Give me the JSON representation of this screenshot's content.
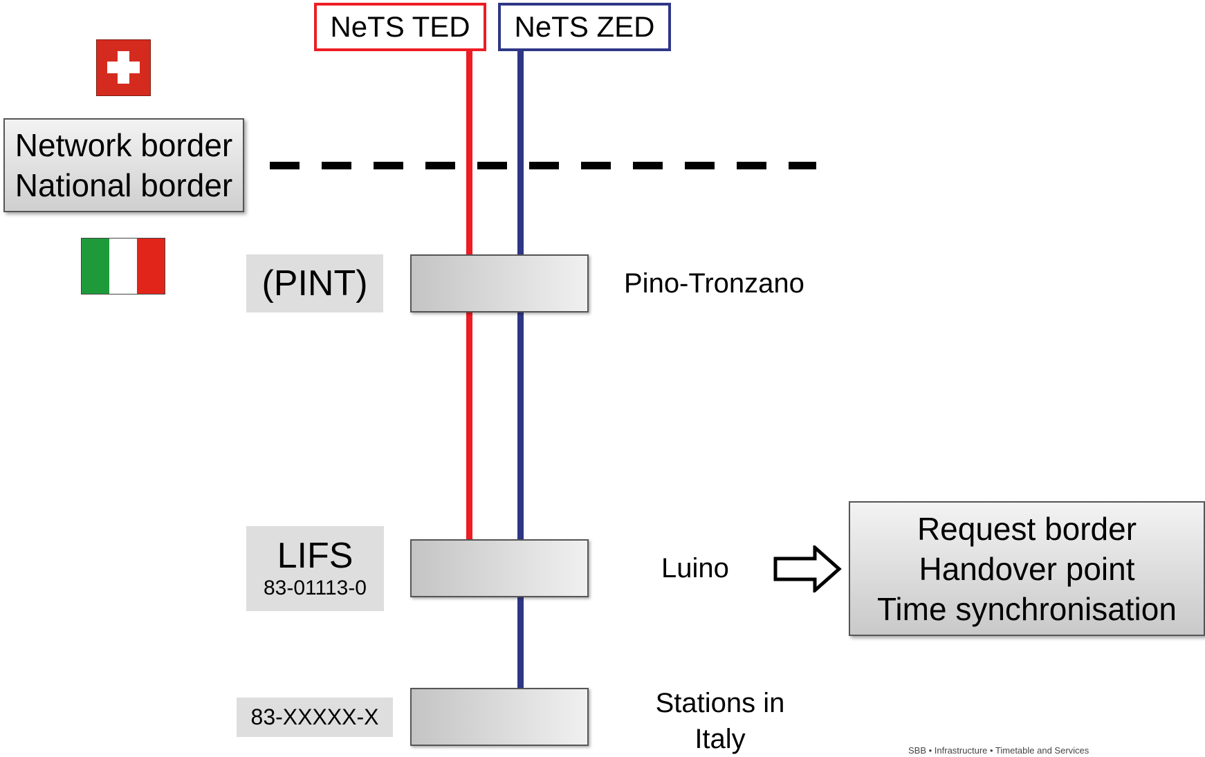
{
  "networks": {
    "ted_label": "NeTS TED",
    "zed_label": "NeTS ZED",
    "ted_color": "#ee1c24",
    "zed_color": "#2e3786"
  },
  "border": {
    "line1": "Network border",
    "line2": "National border"
  },
  "flags": {
    "top": "switzerland-flag-icon",
    "bottom": "italy-flag-icon",
    "italy_colors": [
      "#1e9a3b",
      "#ffffff",
      "#e1251b"
    ]
  },
  "stations": [
    {
      "code": "(PINT)",
      "number": "",
      "name_lines": [
        "Pino-Tronzano"
      ]
    },
    {
      "code": "LIFS",
      "number": "83-01113-0",
      "name_lines": [
        "Luino"
      ]
    },
    {
      "code": "",
      "number": "83-XXXXX-X",
      "name_lines": [
        "Stations in",
        "Italy"
      ]
    }
  ],
  "request_box": {
    "lines": [
      "Request border",
      "Handover point",
      "Time synchronisation"
    ]
  },
  "footer": "SBB • Infrastructure • Timetable and Services"
}
